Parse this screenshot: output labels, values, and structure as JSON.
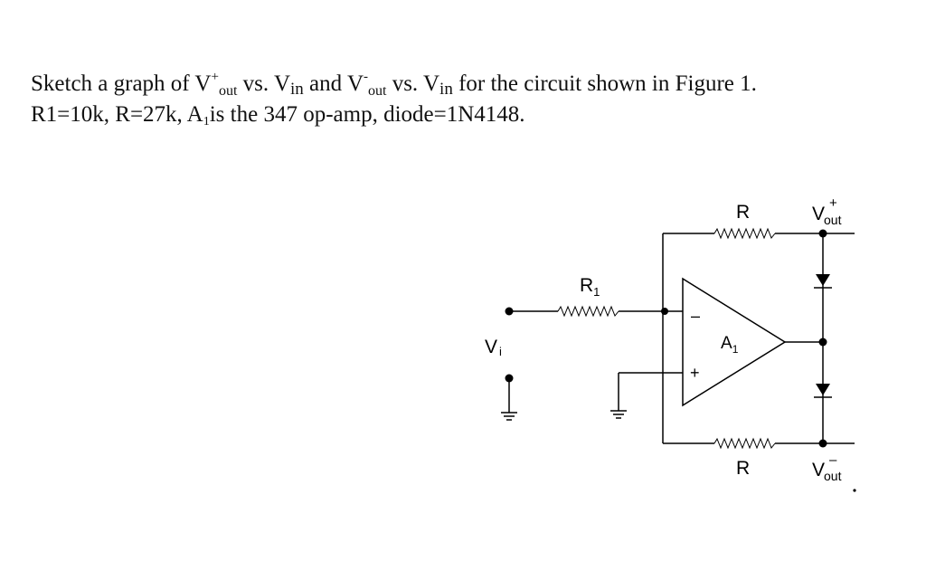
{
  "problem": {
    "line1": {
      "a": "Sketch a graph of V",
      "sup_plus": "+",
      "sub_out1": "out",
      "b": " vs. V",
      "sub_in1": "in",
      "c": " and V",
      "sup_minus": "-",
      "sub_out2": "out",
      "d": " vs. V",
      "sub_in2": "in",
      "e": " for the circuit shown in Figure 1."
    },
    "line2": {
      "a": "R1=10k, R=27k, A",
      "sub_1": "1",
      "b": "is the 347 op-amp, diode=1N4148."
    }
  },
  "circuit": {
    "labels": {
      "r1_main": "R",
      "r1_sub": "1",
      "vi_main": "V",
      "vi_sub": "i",
      "a1_main": "A",
      "a1_sub": "1",
      "minus": "–",
      "plus": "+",
      "r_top": "R",
      "r_bottom": "R",
      "vout_plus_main": "V",
      "vout_plus_sup": "+",
      "vout_plus_sub": "out",
      "vout_minus_main": "V",
      "vout_minus_sup": "–",
      "vout_minus_sub": "out"
    },
    "icons": [
      "resistor-icon",
      "op-amp-icon",
      "diode-icon",
      "ground-icon",
      "terminal-dot-icon"
    ]
  }
}
